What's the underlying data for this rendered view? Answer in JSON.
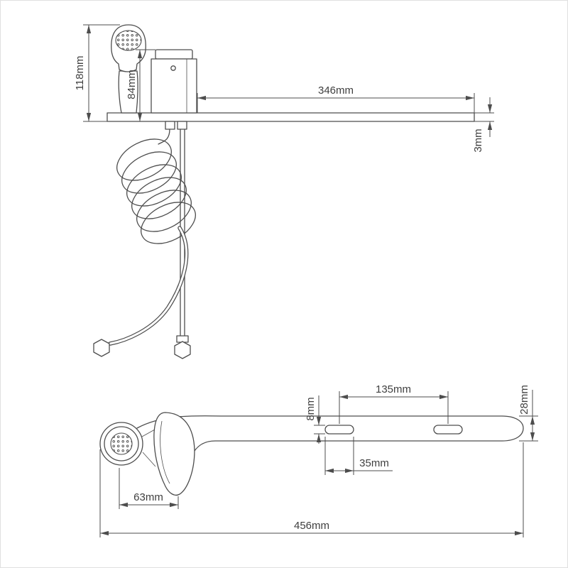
{
  "colors": {
    "background": "#ffffff",
    "line": "#4d4d4d",
    "text": "#3f3f3f"
  },
  "side_view": {
    "dim_sprayer_height": "118mm",
    "dim_valve_height": "84mm",
    "dim_arm_length": "346mm",
    "dim_plate_thickness": "3mm"
  },
  "plan_view": {
    "dim_slot_spacing": "135mm",
    "dim_bar_width": "28mm",
    "dim_slot_width": "8mm",
    "dim_slot_length": "35mm",
    "dim_head_width": "63mm",
    "dim_overall_length": "456mm"
  }
}
